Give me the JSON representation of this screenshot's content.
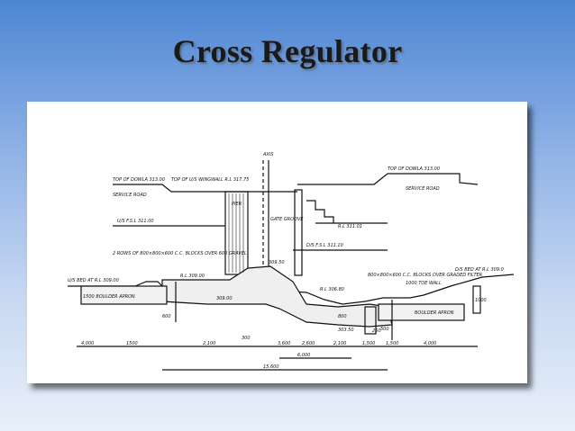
{
  "title": "Cross Regulator",
  "labels": {
    "axis": "AXIS",
    "top_dowla_left": "TOP OF DOWLA 313.00",
    "top_wingwall": "TOP OF U/S WINGWALL R.L 317.75",
    "top_dowla_right": "TOP OF DOWLA 313.00",
    "service_road_left": "SERVICE ROAD",
    "service_road_right": "SERVICE ROAD",
    "us_fsl": "U/S F.S.L 311.00",
    "gate_groove": "GATE GROOVE",
    "rl_right": "R.L 311.01",
    "ds_fsl": "D/S F.S.L 311.10",
    "pier": "PIER",
    "bed_us": "U/S BED AT R.L 309.00",
    "boulder_apron_left": "1500 BOULDER APRON",
    "cc_blocks_left": "2 ROWS OF 800×800×600 C.C. BLOCKS OVER 600 GRAVEL",
    "crest": "309.50",
    "rl_309": "R.L 309.00",
    "rl_306": "R.L 306.80",
    "cc_blocks_right": "800×800×600 C.C. BLOCKS OVER GRADED FILTER",
    "toe_wall": "1000 TOE WALL",
    "boulder_apron_right": "BOULDER APRON",
    "bed_ds": "D/S BED AT R.L 309.0",
    "dim_left": "4,000",
    "dim_1500": "1500",
    "dim_2400": "2,100",
    "dim_300": "300",
    "dim_3600": "3,600",
    "dim_2100": "2,100",
    "dim_600": "600",
    "dim_6000": "6,000",
    "dim_total": "15,600",
    "dim_2600": "2,600",
    "dim_1500b": "1,500",
    "dim_1500c": "1,500",
    "dim_4000": "4,000",
    "dim_800": "800",
    "dim_250": "250",
    "dim_500": "500",
    "dim_1000": "1000",
    "crest_level": "309.00",
    "floor_level": "303.50"
  }
}
